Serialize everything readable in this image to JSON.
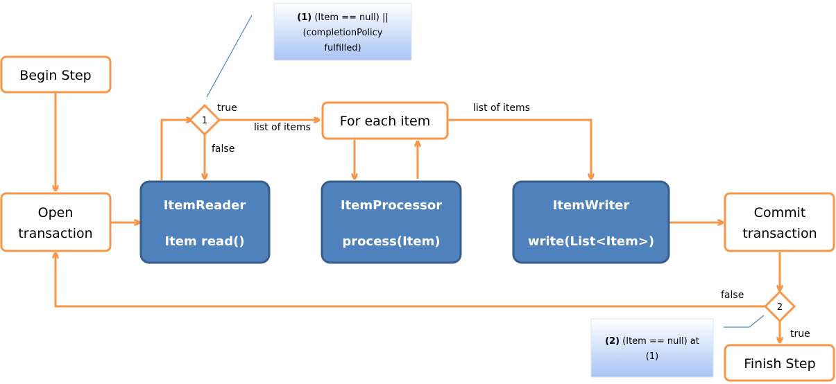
{
  "colors": {
    "orange": "#f79646",
    "blue_fill": "#4f81bd",
    "blue_border": "#385d8a",
    "note_top": "#ffffff",
    "note_bottom": "#a9c4f5",
    "callout_line": "#4f81bd"
  },
  "nodes": {
    "begin_step": "Begin Step",
    "open_transaction": [
      "Open",
      "transaction"
    ],
    "item_reader": [
      "ItemReader",
      "Item read()"
    ],
    "item_processor": [
      "ItemProcessor",
      "process(Item)"
    ],
    "item_writer": [
      "ItemWriter",
      "write(List<Item>)"
    ],
    "for_each_item": "For each item",
    "commit_transaction": [
      "Commit",
      "transaction"
    ],
    "finish_step": "Finish Step"
  },
  "decisions": {
    "d1": "1",
    "d2": "2"
  },
  "edge_labels": {
    "d1_true": "true",
    "d1_false": "false",
    "d1_list": "list of items",
    "foreach_list": "list of items",
    "d2_false": "false",
    "d2_true": "true"
  },
  "notes": {
    "note1": {
      "bold": "(1)",
      "line1": " (Item == null)  ||",
      "line2": "(completionPolicy",
      "line3": "fulfilled)"
    },
    "note2": {
      "bold": "(2)",
      "line1": " (Item == null) at",
      "line2": "(1)"
    }
  }
}
